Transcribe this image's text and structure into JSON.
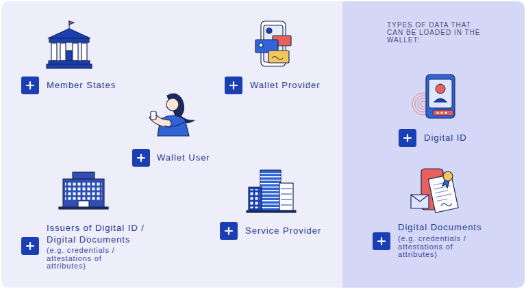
{
  "diagram": {
    "nodes": [
      {
        "text": [
          "Member States",
          "Wallet Provider",
          "Wallet User",
          "Issuers of Digital ID / Digital Documents",
          "(e.g. credentials / attestations of attributes)",
          "Service Provider"
        ]
      },
      {
        "text": [
          "TYPES OF DATA THAT CAN BE LOADED IN THE WALLET:",
          "Digital ID",
          "Digital Documents",
          "(e.g. credentials / attestations of attributes)"
        ]
      }
    ]
  }
}
